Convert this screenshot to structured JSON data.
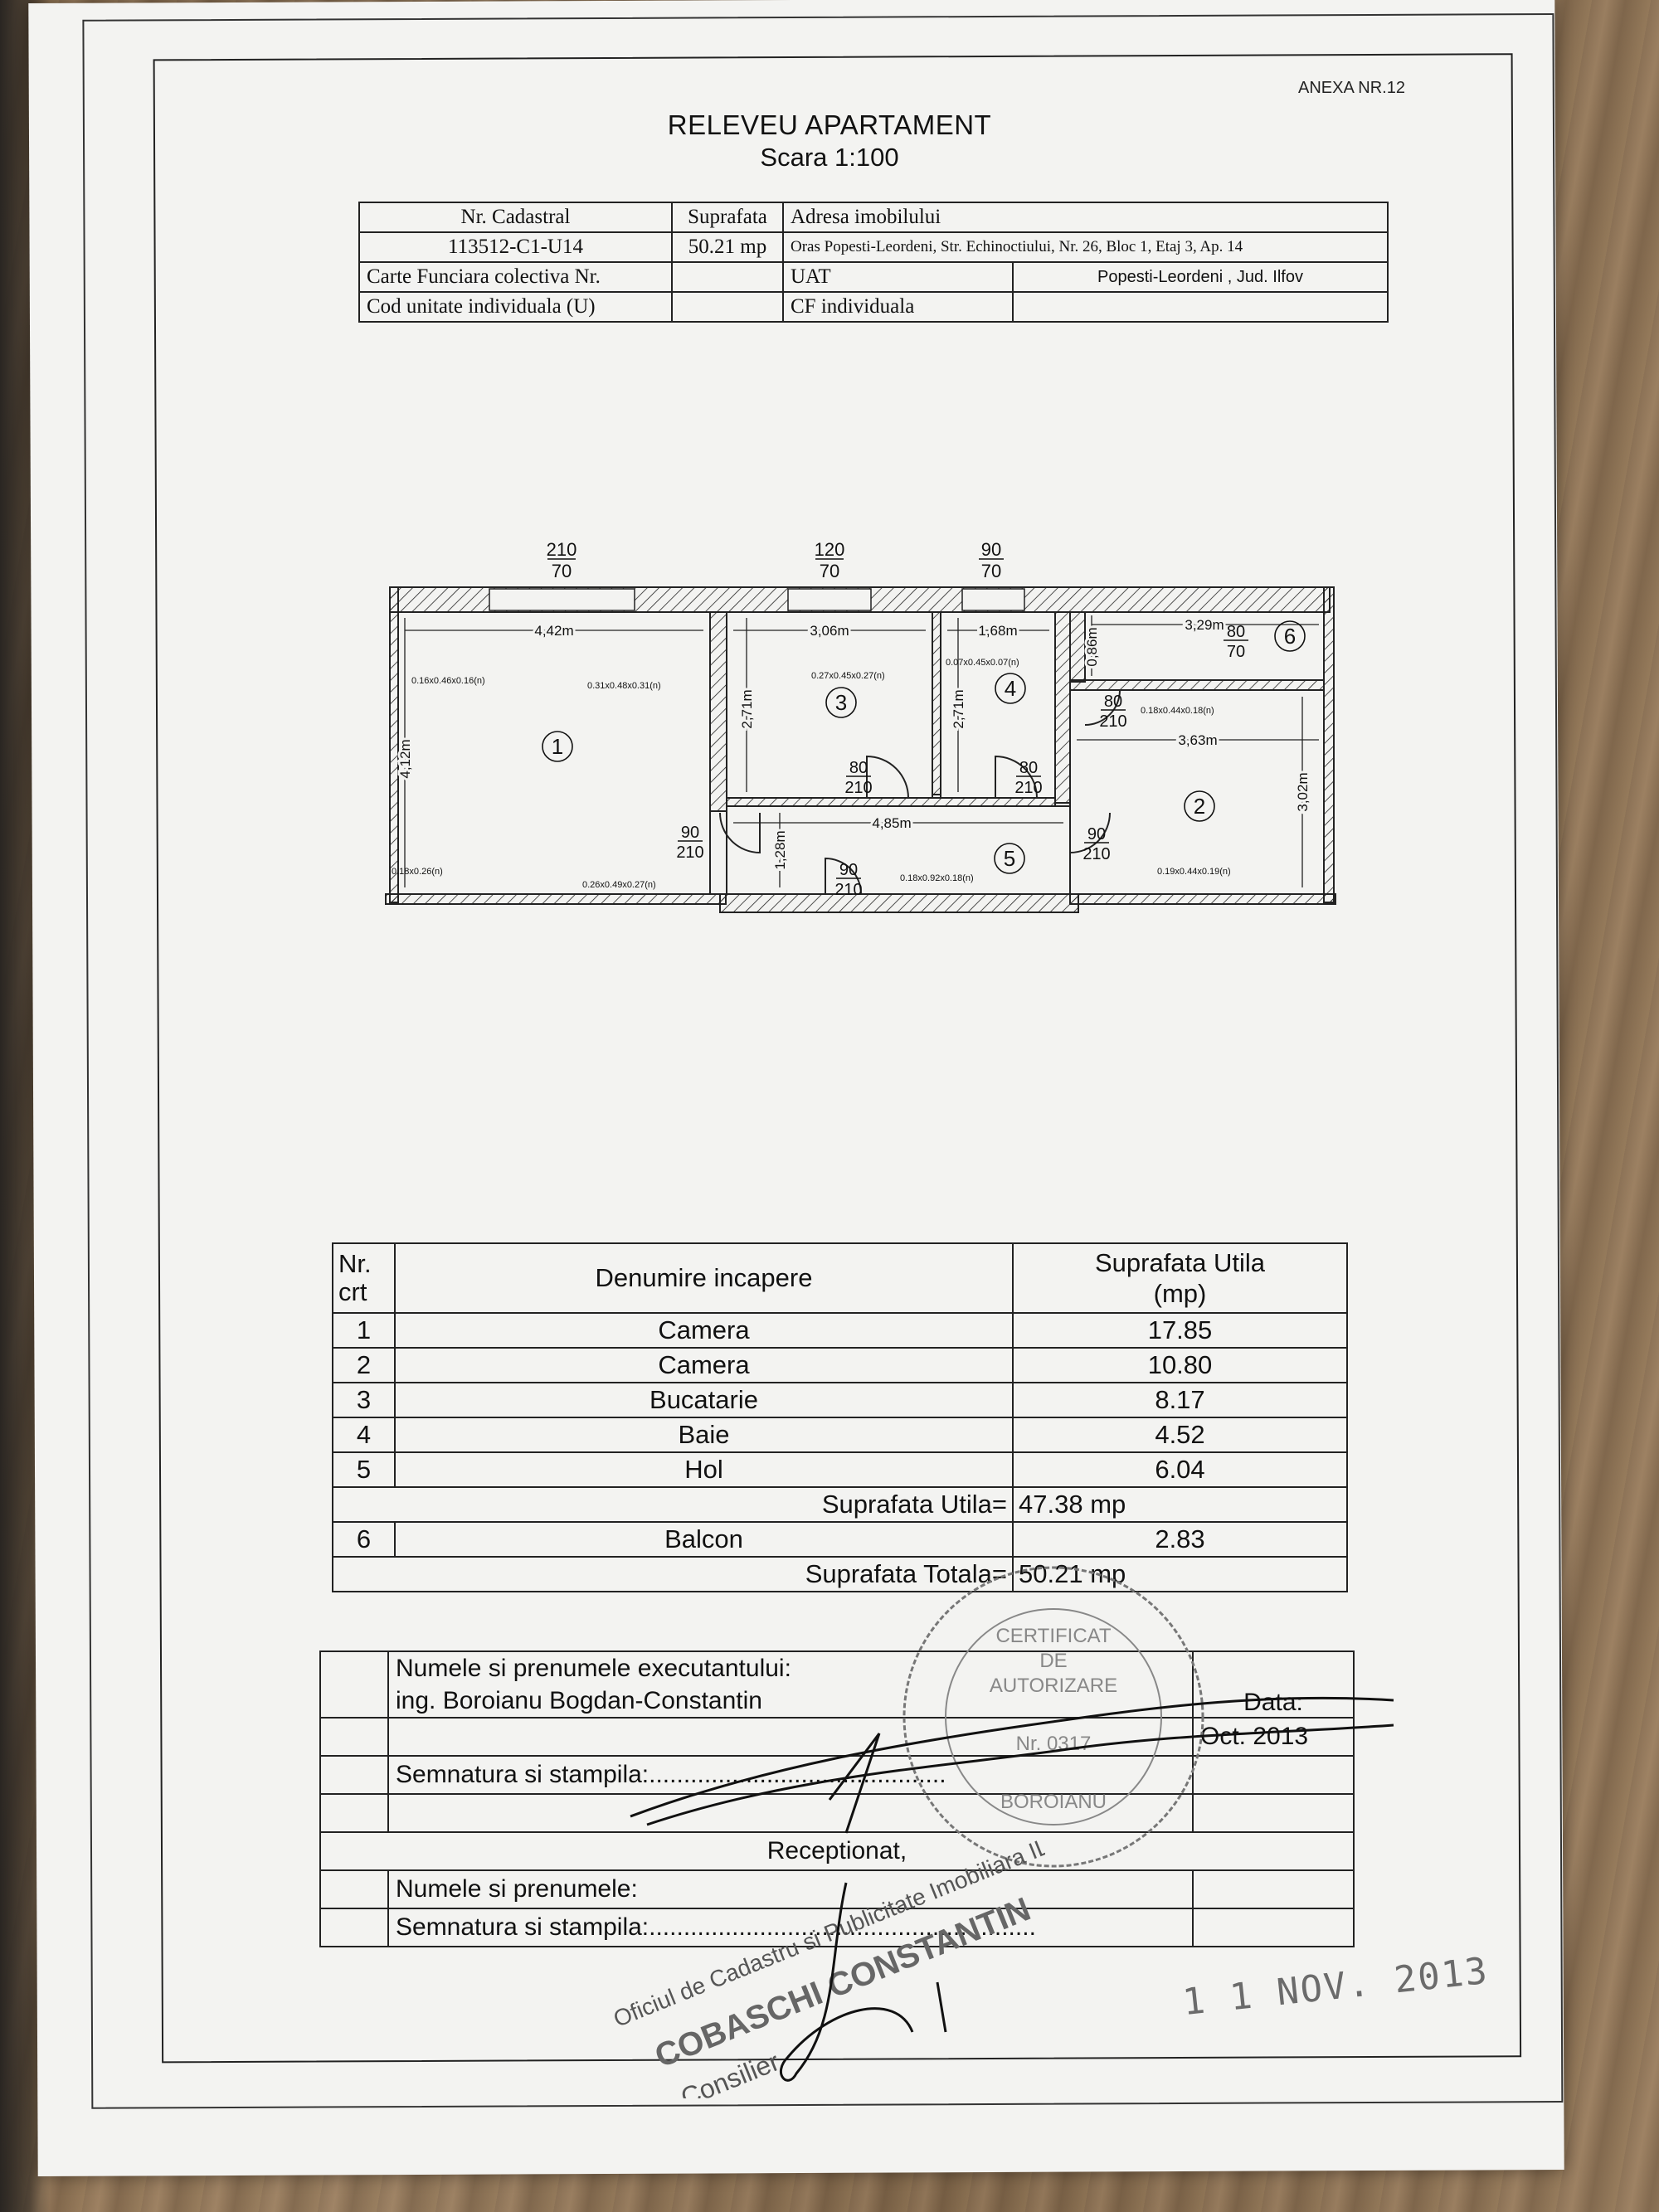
{
  "annex": "ANEXA NR.12",
  "title": "RELEVEU APARTAMENT",
  "scale": "Scara 1:100",
  "cadastral": {
    "nr_cadastral_label": "Nr. Cadastral",
    "nr_cadastral_value": "113512-C1-U14",
    "suprafata_label": "Suprafata",
    "suprafata_value": "50.21 mp",
    "adresa_label": "Adresa imobilului",
    "adresa_value": "Oras Popesti-Leordeni, Str. Echinoctiului, Nr. 26, Bloc 1, Etaj 3, Ap. 14",
    "carte_funciara_label": "Carte Funciara colectiva Nr.",
    "uat_label": "UAT",
    "uat_value": "Popesti-Leordeni , Jud. Ilfov",
    "cod_unitate_label": "Cod unitate individuala   (U)",
    "cf_individuala_label": "CF   individuala"
  },
  "plan": {
    "windows": [
      {
        "w": "210",
        "h": "70"
      },
      {
        "w": "120",
        "h": "70"
      },
      {
        "w": "90",
        "h": "70"
      }
    ],
    "dimensions": {
      "room1_w": "4,42m",
      "room1_h": "4,12m",
      "room3_w": "3,06m",
      "room3_h": "2,71m",
      "room4_w": "1,68m",
      "room4_h": "2,71m",
      "room6_w": "3,29m",
      "room6_h": "0,86m",
      "room2_w": "3,63m",
      "room2_h": "3,02m",
      "hall_w": "4,85m",
      "hall_h": "1,28m"
    },
    "doors": [
      {
        "w": "80",
        "h": "210"
      },
      {
        "w": "80",
        "h": "210"
      },
      {
        "w": "80",
        "h": "210"
      },
      {
        "w": "90",
        "h": "210"
      },
      {
        "w": "90",
        "h": "210"
      },
      {
        "w": "90",
        "h": "210"
      },
      {
        "w": "80",
        "h": "70"
      }
    ],
    "niches": [
      "0.16x0.46x0.16(n)",
      "0.31x0.48x0.31(n)",
      "0.27x0.45x0.27(n)",
      "0.07x0.45x0.07(n)",
      "0.18x0.44x0.18(n)",
      "0.18x0.26(n)",
      "0.26x0.49x0.27(n)",
      "0.18x0.92x0.18(n)",
      "0.19x0.44x0.19(n)"
    ],
    "room_numbers": [
      "1",
      "2",
      "3",
      "4",
      "5",
      "6"
    ]
  },
  "rooms_table": {
    "header_nr": "Nr. crt",
    "header_nr_line1": "Nr.",
    "header_nr_line2": "crt",
    "header_name": "Denumire incapere",
    "header_area_line1": "Suprafata Utila",
    "header_area_line2": "(mp)",
    "rows": [
      {
        "nr": "1",
        "name": "Camera",
        "area": "17.85"
      },
      {
        "nr": "2",
        "name": "Camera",
        "area": "10.80"
      },
      {
        "nr": "3",
        "name": "Bucatarie",
        "area": "8.17"
      },
      {
        "nr": "4",
        "name": "Baie",
        "area": "4.52"
      },
      {
        "nr": "5",
        "name": "Hol",
        "area": "6.04"
      }
    ],
    "utila_label": "Suprafata Utila=",
    "utila_value": "47.38 mp",
    "balcon": {
      "nr": "6",
      "name": "Balcon",
      "area": "2.83"
    },
    "totala_label": "Suprafata Totala=",
    "totala_value": "50.21 mp"
  },
  "signature_table": {
    "executant_label": "Numele si prenumele executantului:",
    "executant_name": "ing. Boroianu Bogdan-Constantin",
    "data_label": "Data:",
    "data_value": "Oct. 2013",
    "semnatura_label": "Semnatura si stampila:",
    "dots": "...........................................",
    "receptionat_label": "Receptionat,",
    "numele_label": "Numele si prenumele:",
    "semnatura2_label": "Semnatura si stampila:",
    "dots2": "........................................................"
  },
  "stamps": {
    "cert_line1": "CERTIFICAT",
    "cert_line2": "DE",
    "cert_line3": "AUTORIZARE",
    "cert_nr": "Nr. 0317",
    "cert_name": "BOROIANU",
    "ocpi_arc": "Oficiul de Cadastru si Publicitate Imobiliara ILFOV",
    "ocpi_name": "COBASCHI CONSTANTIN",
    "ocpi_role": "Consilier",
    "date_stamp": "1 1 NOV. 2013"
  }
}
